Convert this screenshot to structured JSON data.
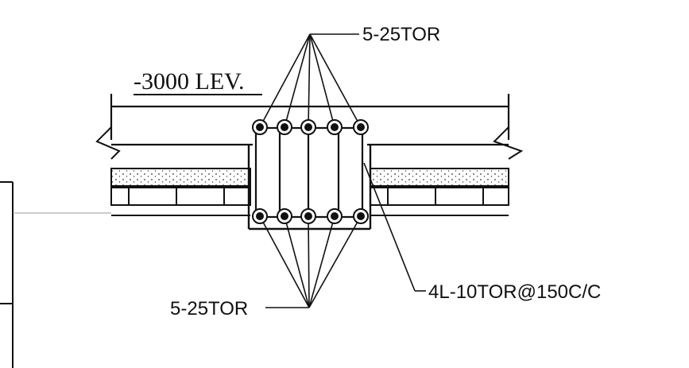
{
  "drawing": {
    "level_label": "-3000 LEV.",
    "top_bars_label": "5-25TOR",
    "bottom_bars_label": "5-25TOR",
    "stirrups_label": "4L-10TOR@150C/C",
    "ink_color": "#111111",
    "paper_color": "#ffffff"
  }
}
